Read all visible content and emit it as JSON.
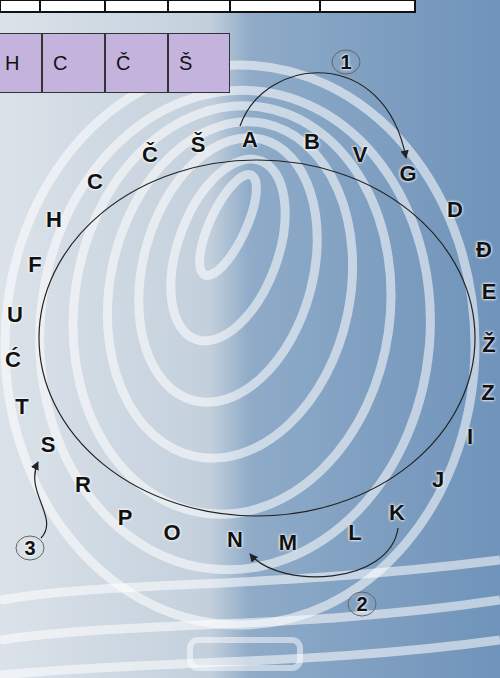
{
  "diagram": {
    "labels": [
      "H",
      "C",
      "Č",
      "Š",
      "1",
      "A",
      "B",
      "C",
      "Č",
      "Ć",
      "D",
      "Đ",
      "E",
      "F",
      "G",
      "H",
      "I",
      "J",
      "K",
      "L",
      "M",
      "N",
      "O",
      "P",
      "R",
      "S",
      "Š",
      "T",
      "U",
      "V",
      "Z",
      "Ž",
      "2",
      "3"
    ]
  }
}
